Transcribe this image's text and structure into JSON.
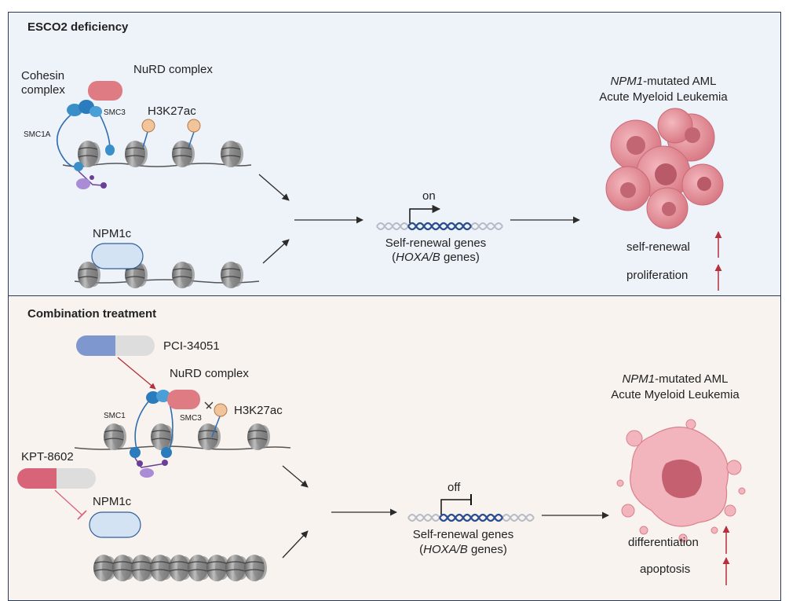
{
  "top": {
    "title": "ESCO2 deficiency",
    "cohesin": "Cohesin",
    "complex": "complex",
    "nurd": "NuRD complex",
    "smc3": "SMC3",
    "smc1a": "SMC1A",
    "h3k27ac": "H3K27ac",
    "npm1c": "NPM1c",
    "switch": "on",
    "genes_line1": "Self-renewal genes",
    "genes_paren_open": "(",
    "genes_italic": "HOXA/B",
    "genes_rest": " genes)",
    "aml_italic": "NPM1",
    "aml_rest": "-mutated AML",
    "aml_line2": "Acute Myeloid Leukemia",
    "outcome1": "self-renewal",
    "outcome2": "proliferation"
  },
  "bottom": {
    "title": "Combination treatment",
    "drug1": "PCI-34051",
    "drug2": "KPT-8602",
    "nurd": "NuRD complex",
    "h3k27ac": "H3K27ac",
    "smc1": "SMC1",
    "smc3": "SMC3",
    "npm1c": "NPM1c",
    "switch": "off",
    "genes_line1": "Self-renewal genes",
    "genes_paren_open": "(",
    "genes_italic": "HOXA/B",
    "genes_rest": " genes)",
    "aml_italic": "NPM1",
    "aml_rest": "-mutated AML",
    "aml_line2": "Acute Myeloid Leukemia",
    "outcome1": "differentiation",
    "outcome2": "apoptosis"
  }
}
